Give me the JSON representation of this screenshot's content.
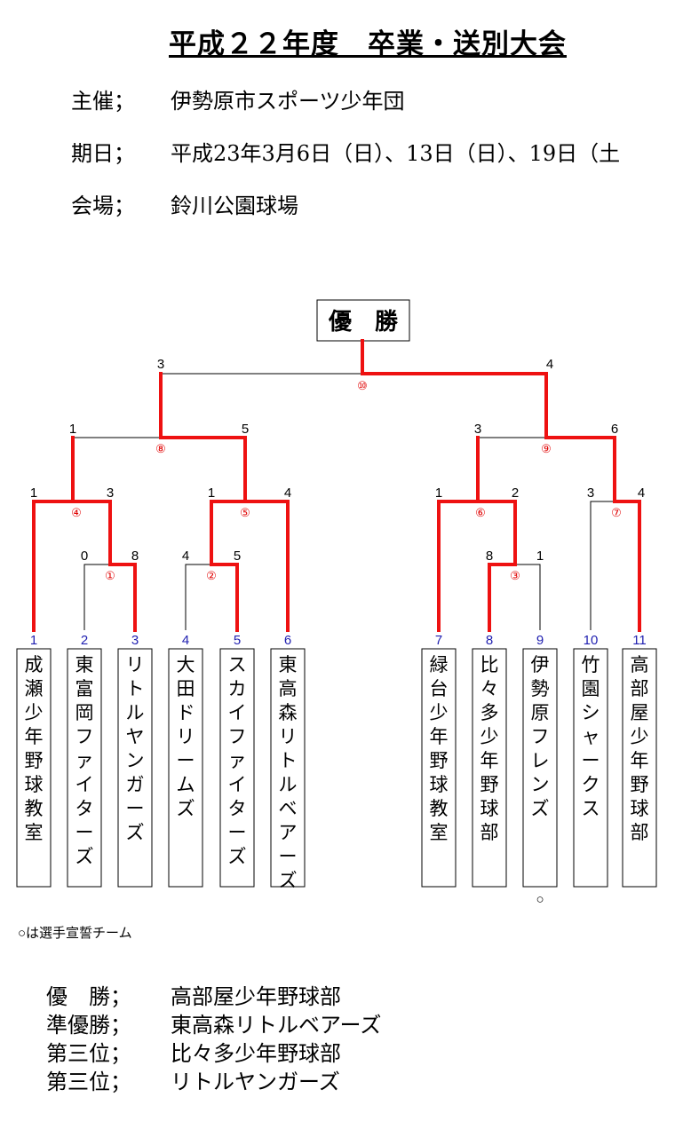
{
  "header": {
    "title": "平成２２年度　卒業・送別大会",
    "rows": [
      {
        "label": "主催；",
        "value": "伊勢原市スポーツ少年団"
      },
      {
        "label": "期日；",
        "value": "平成23年3月6日（日）、13日（日）、19日（土"
      },
      {
        "label": "会場；",
        "value": "鈴川公園球場"
      }
    ]
  },
  "bracket": {
    "champion_label": "優　勝",
    "teams": [
      {
        "seed": "1",
        "name": "成瀬少年野球教室"
      },
      {
        "seed": "2",
        "name": "東富岡ファイターズ"
      },
      {
        "seed": "3",
        "name": "リトルヤンガーズ"
      },
      {
        "seed": "4",
        "name": "大田ドリームズ"
      },
      {
        "seed": "5",
        "name": "スカイファイターズ"
      },
      {
        "seed": "6",
        "name": "東高森リトルベアーズ"
      },
      {
        "seed": "7",
        "name": "緑台少年野球教室"
      },
      {
        "seed": "8",
        "name": "比々多少年野球部"
      },
      {
        "seed": "9",
        "name": "伊勢原フレンズ"
      },
      {
        "seed": "10",
        "name": "竹園シャークス"
      },
      {
        "seed": "11",
        "name": "高部屋少年野球部"
      }
    ],
    "matches": [
      {
        "id": "m1",
        "label": "①",
        "score_left": "0",
        "score_right": "8"
      },
      {
        "id": "m2",
        "label": "②",
        "score_left": "4",
        "score_right": "5"
      },
      {
        "id": "m3",
        "label": "③",
        "score_left": "8",
        "score_right": "1"
      },
      {
        "id": "m4",
        "label": "④",
        "score_left": "1",
        "score_right": "3"
      },
      {
        "id": "m5",
        "label": "⑤",
        "score_left": "1",
        "score_right": "4"
      },
      {
        "id": "m6",
        "label": "⑥",
        "score_left": "1",
        "score_right": "2"
      },
      {
        "id": "m7",
        "label": "⑦",
        "score_left": "3",
        "score_right": "4"
      },
      {
        "id": "m8",
        "label": "⑧",
        "score_left": "1",
        "score_right": "5"
      },
      {
        "id": "m9",
        "label": "⑨",
        "score_left": "3",
        "score_right": "6"
      },
      {
        "id": "m10",
        "label": "⑩",
        "score_left": "3",
        "score_right": "4"
      }
    ],
    "oath_mark": "○",
    "oath_note": "○は選手宣誓チーム"
  },
  "results": [
    {
      "label": "優　勝；",
      "value": "高部屋少年野球部"
    },
    {
      "label": "準優勝；",
      "value": "東高森リトルベアーズ"
    },
    {
      "label": "第三位；",
      "value": "比々多少年野球部"
    },
    {
      "label": "第三位；",
      "value": "リトルヤンガーズ"
    }
  ]
}
